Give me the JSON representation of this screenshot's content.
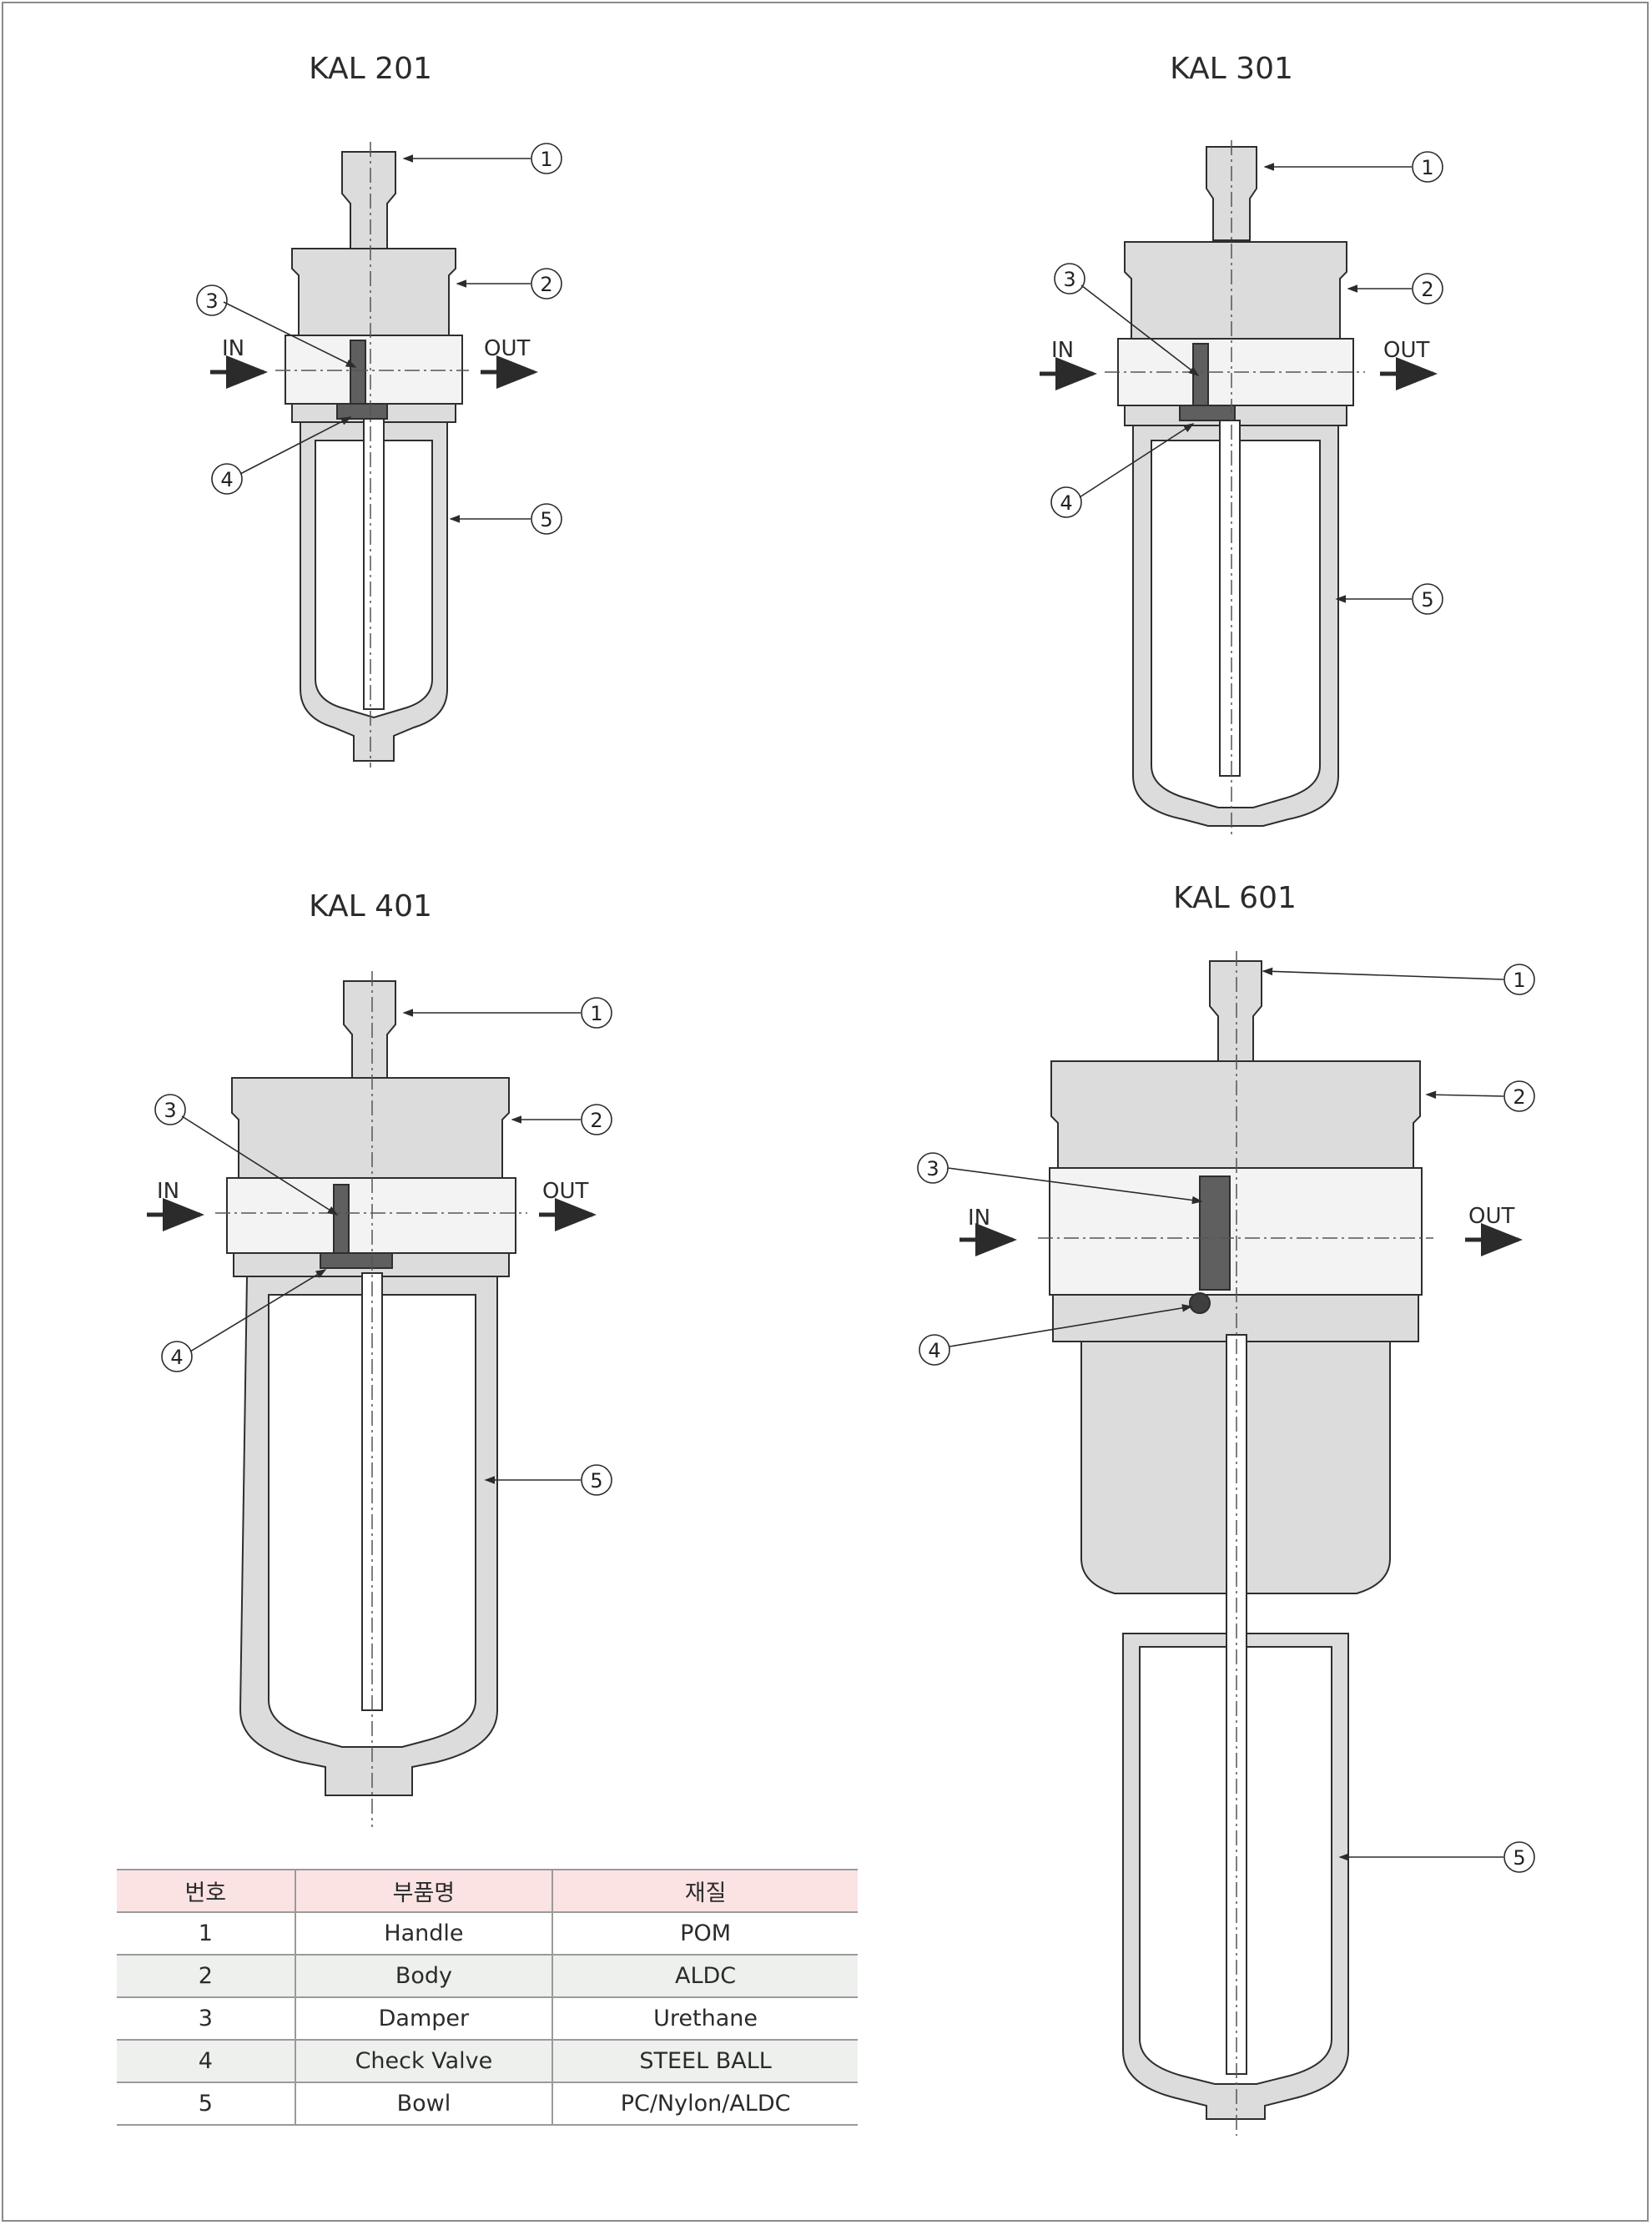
{
  "diagrams": [
    {
      "id": "kal201",
      "title": "KAL 201",
      "inlet_label": "IN",
      "outlet_label": "OUT",
      "callouts": [
        "1",
        "2",
        "3",
        "4",
        "5"
      ]
    },
    {
      "id": "kal301",
      "title": "KAL 301",
      "inlet_label": "IN",
      "outlet_label": "OUT",
      "callouts": [
        "1",
        "2",
        "3",
        "4",
        "5"
      ]
    },
    {
      "id": "kal401",
      "title": "KAL 401",
      "inlet_label": "IN",
      "outlet_label": "OUT",
      "callouts": [
        "1",
        "2",
        "3",
        "4",
        "5"
      ]
    },
    {
      "id": "kal601",
      "title": "KAL 601",
      "inlet_label": "IN",
      "outlet_label": "OUT",
      "callouts": [
        "1",
        "2",
        "3",
        "4",
        "5"
      ]
    }
  ],
  "parts_table": {
    "headers": [
      "번호",
      "부품명",
      "재질"
    ],
    "rows": [
      [
        "1",
        "Handle",
        "POM"
      ],
      [
        "2",
        "Body",
        "ALDC"
      ],
      [
        "3",
        "Damper",
        "Urethane"
      ],
      [
        "4",
        "Check Valve",
        "STEEL BALL"
      ],
      [
        "5",
        "Bowl",
        "PC/Nylon/ALDC"
      ]
    ]
  },
  "colors": {
    "part_fill": "#dcdcdc",
    "part_stroke": "#2e2e2e",
    "damper_fill": "#5f5f5f",
    "table_header_bg": "#fbe3e3",
    "table_alt_row_bg": "#eef0ee",
    "frame_border": "#8a8a8a"
  }
}
